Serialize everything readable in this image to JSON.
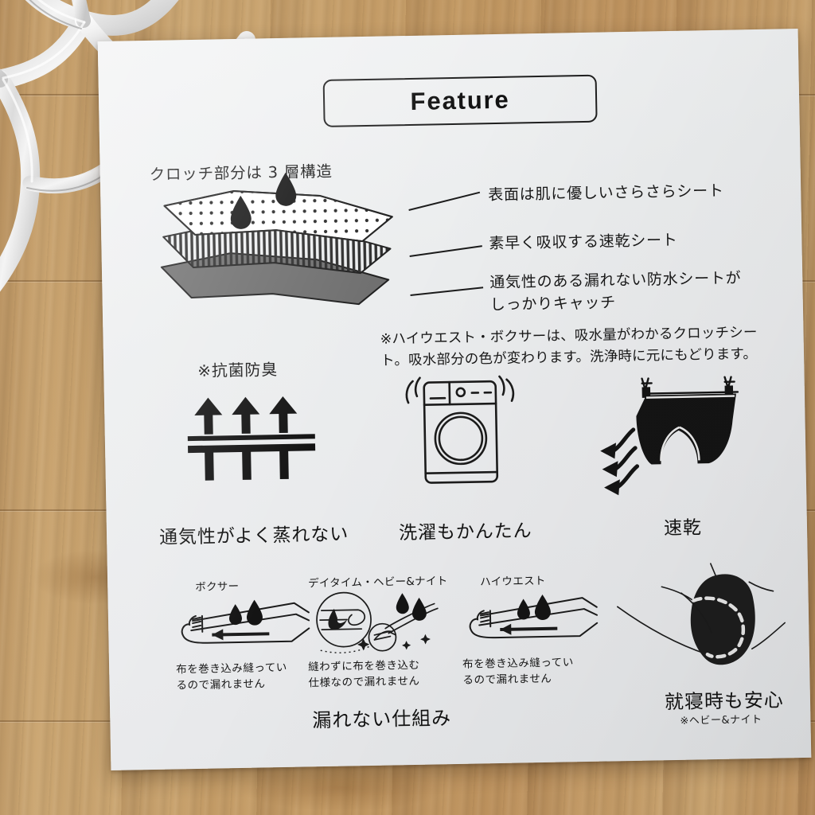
{
  "scene": {
    "background": "wood-table",
    "ornament": "silver-coral-decor",
    "card_color": "#ecedee",
    "wood_color": "#c7a06c"
  },
  "card": {
    "header": {
      "title": "Feature"
    },
    "layers_section": {
      "heading": "クロッチ部分は 3 層構造",
      "layers": [
        {
          "name": "top-dotted-sheet",
          "pattern": "dots"
        },
        {
          "name": "middle-striped-sheet",
          "pattern": "stripes"
        },
        {
          "name": "bottom-solid-sheet",
          "pattern": "solid-gray"
        }
      ],
      "droplets": 2,
      "bullets": [
        "表面は肌に優しいさらさらシート",
        "素早く吸収する速乾シート",
        "通気性のある漏れない防水シートが\nしっかりキャッチ"
      ],
      "bullet_lines": [
        "通気性のある漏れない防水シートが",
        "しっかりキャッチ"
      ],
      "antibacterial_label": "※抗菌防臭",
      "note_lines": [
        "※ハイウエスト・ボクサーは、吸水量がわかるクロッチシー",
        "ト。吸水部分の色が変わります。洗浄時に元にもどります。"
      ]
    },
    "features_row": [
      {
        "icon": "breathable-arrows-icon",
        "label": "通気性がよく蒸れない"
      },
      {
        "icon": "washing-machine-icon",
        "label": "洗濯もかんたん"
      },
      {
        "icon": "quick-dry-underwear-icon",
        "label": "速乾"
      }
    ],
    "leak_section": {
      "title": "漏れない仕組み",
      "items": [
        {
          "icon": "folded-edge-boxer-icon",
          "heading": "ボクサー",
          "caption_lines": [
            "布を巻き込み縫ってい",
            "るので漏れません"
          ]
        },
        {
          "icon": "seamless-roll-icon",
          "heading": "デイタイム・ヘビー&ナイト",
          "caption_lines": [
            "縫わずに布を巻き込む",
            "仕様なので漏れません"
          ]
        },
        {
          "icon": "folded-edge-highwaist-icon",
          "heading": "ハイウエスト",
          "caption_lines": [
            "布を巻き込み縫ってい",
            "るので漏れません"
          ]
        }
      ]
    },
    "sleep_section": {
      "icon": "rear-view-underwear-icon",
      "title": "就寝時も安心",
      "subtitle": "※ヘビー&ナイト"
    }
  }
}
